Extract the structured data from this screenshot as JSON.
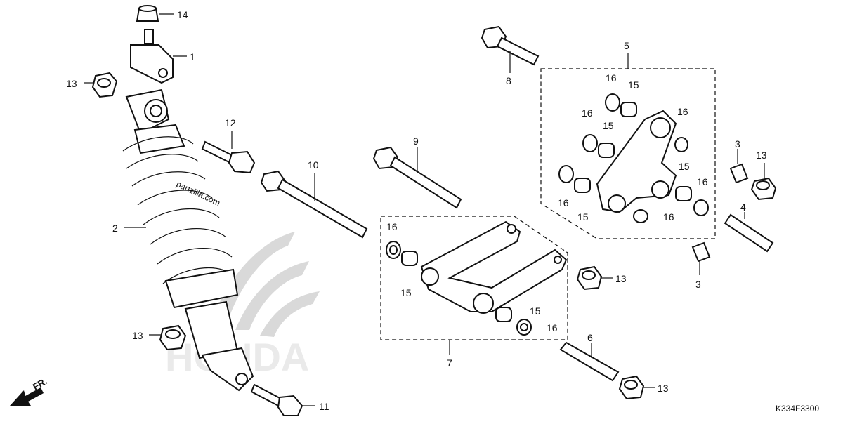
{
  "watermark": {
    "brand_text": "HONDA",
    "site_text": "partzilla.com"
  },
  "direction_label": "FR.",
  "figure_code": "K334F3300",
  "callouts": {
    "p14": "14",
    "p1": "1",
    "p13_top_left": "13",
    "p12": "12",
    "p10": "10",
    "p2": "2",
    "p13_lower_left": "13",
    "p11": "11",
    "p9": "9",
    "p8": "8",
    "p5": "5",
    "p16_a": "16",
    "p15_a": "15",
    "p16_b": "16",
    "p15_b": "15",
    "p16_c": "16",
    "p3_top": "3",
    "p13_right": "13",
    "p15_c": "15",
    "p16_d": "16",
    "p16_e": "16",
    "p15_d": "15",
    "p16_f": "16",
    "p4": "4",
    "p3_bottom": "3",
    "p16_g": "16",
    "p15_e": "15",
    "p13_mid": "13",
    "p15_f": "15",
    "p16_h": "16",
    "p7": "7",
    "p6": "6",
    "p13_bottom": "13"
  },
  "colors": {
    "line": "#111111",
    "watermark": "#d9d9d9",
    "background": "#ffffff"
  }
}
